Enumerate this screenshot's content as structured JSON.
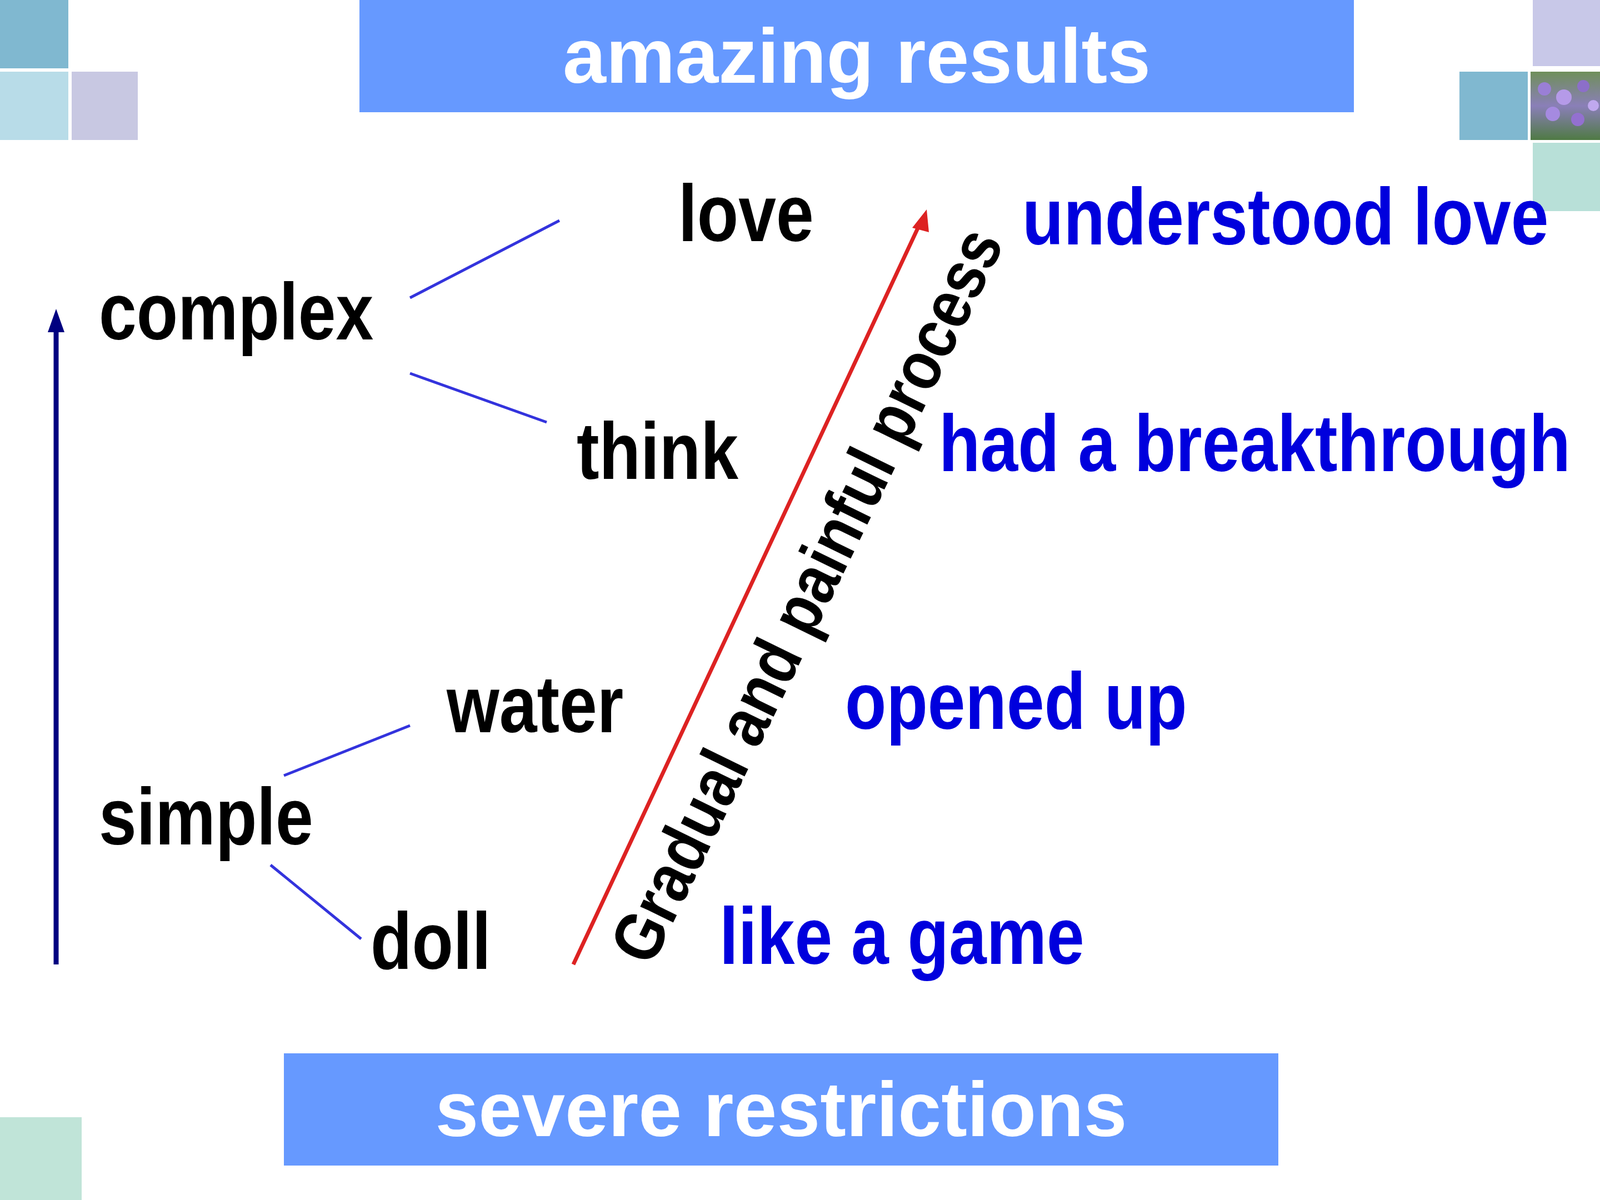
{
  "diagram": {
    "nodes": [
      {
        "text": [
          "amazing results"
        ]
      },
      {
        "text": [
          "severe restrictions"
        ]
      }
    ],
    "labels": [
      "love",
      "understood love",
      "complex",
      "think",
      "had a breakthrough",
      "water",
      "opened up",
      "simple",
      "doll",
      "like a game",
      "Gradual and painful process"
    ]
  }
}
